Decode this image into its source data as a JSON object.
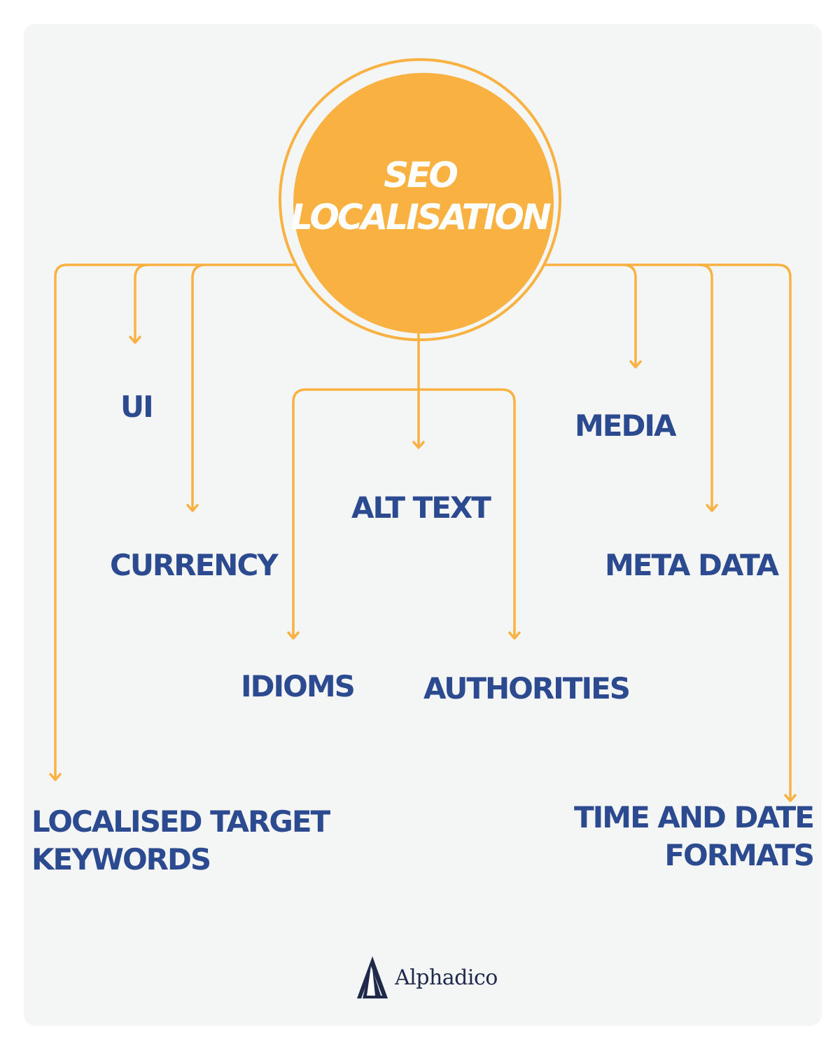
{
  "diagram": {
    "center": {
      "line1": "SEO",
      "line2": "LOCALISATION"
    },
    "nodes": {
      "ui": "UI",
      "currency": "CURRENCY",
      "localised_keywords": {
        "line1": "LOCALISED TARGET",
        "line2": "KEYWORDS"
      },
      "alt_text": "ALT TEXT",
      "idioms": "IDIOMS",
      "authorities": "AUTHORITIES",
      "media": "MEDIA",
      "meta_data": "META DATA",
      "time_date_formats": {
        "line1": "TIME AND DATE",
        "line2": "FORMATS"
      }
    }
  },
  "brand": {
    "name": "Alphadico",
    "logo_icon": "triangle-a-logo-icon"
  },
  "colors": {
    "accent": "#f9b142",
    "text": "#2c4a8f",
    "background": "#f4f6f6"
  }
}
